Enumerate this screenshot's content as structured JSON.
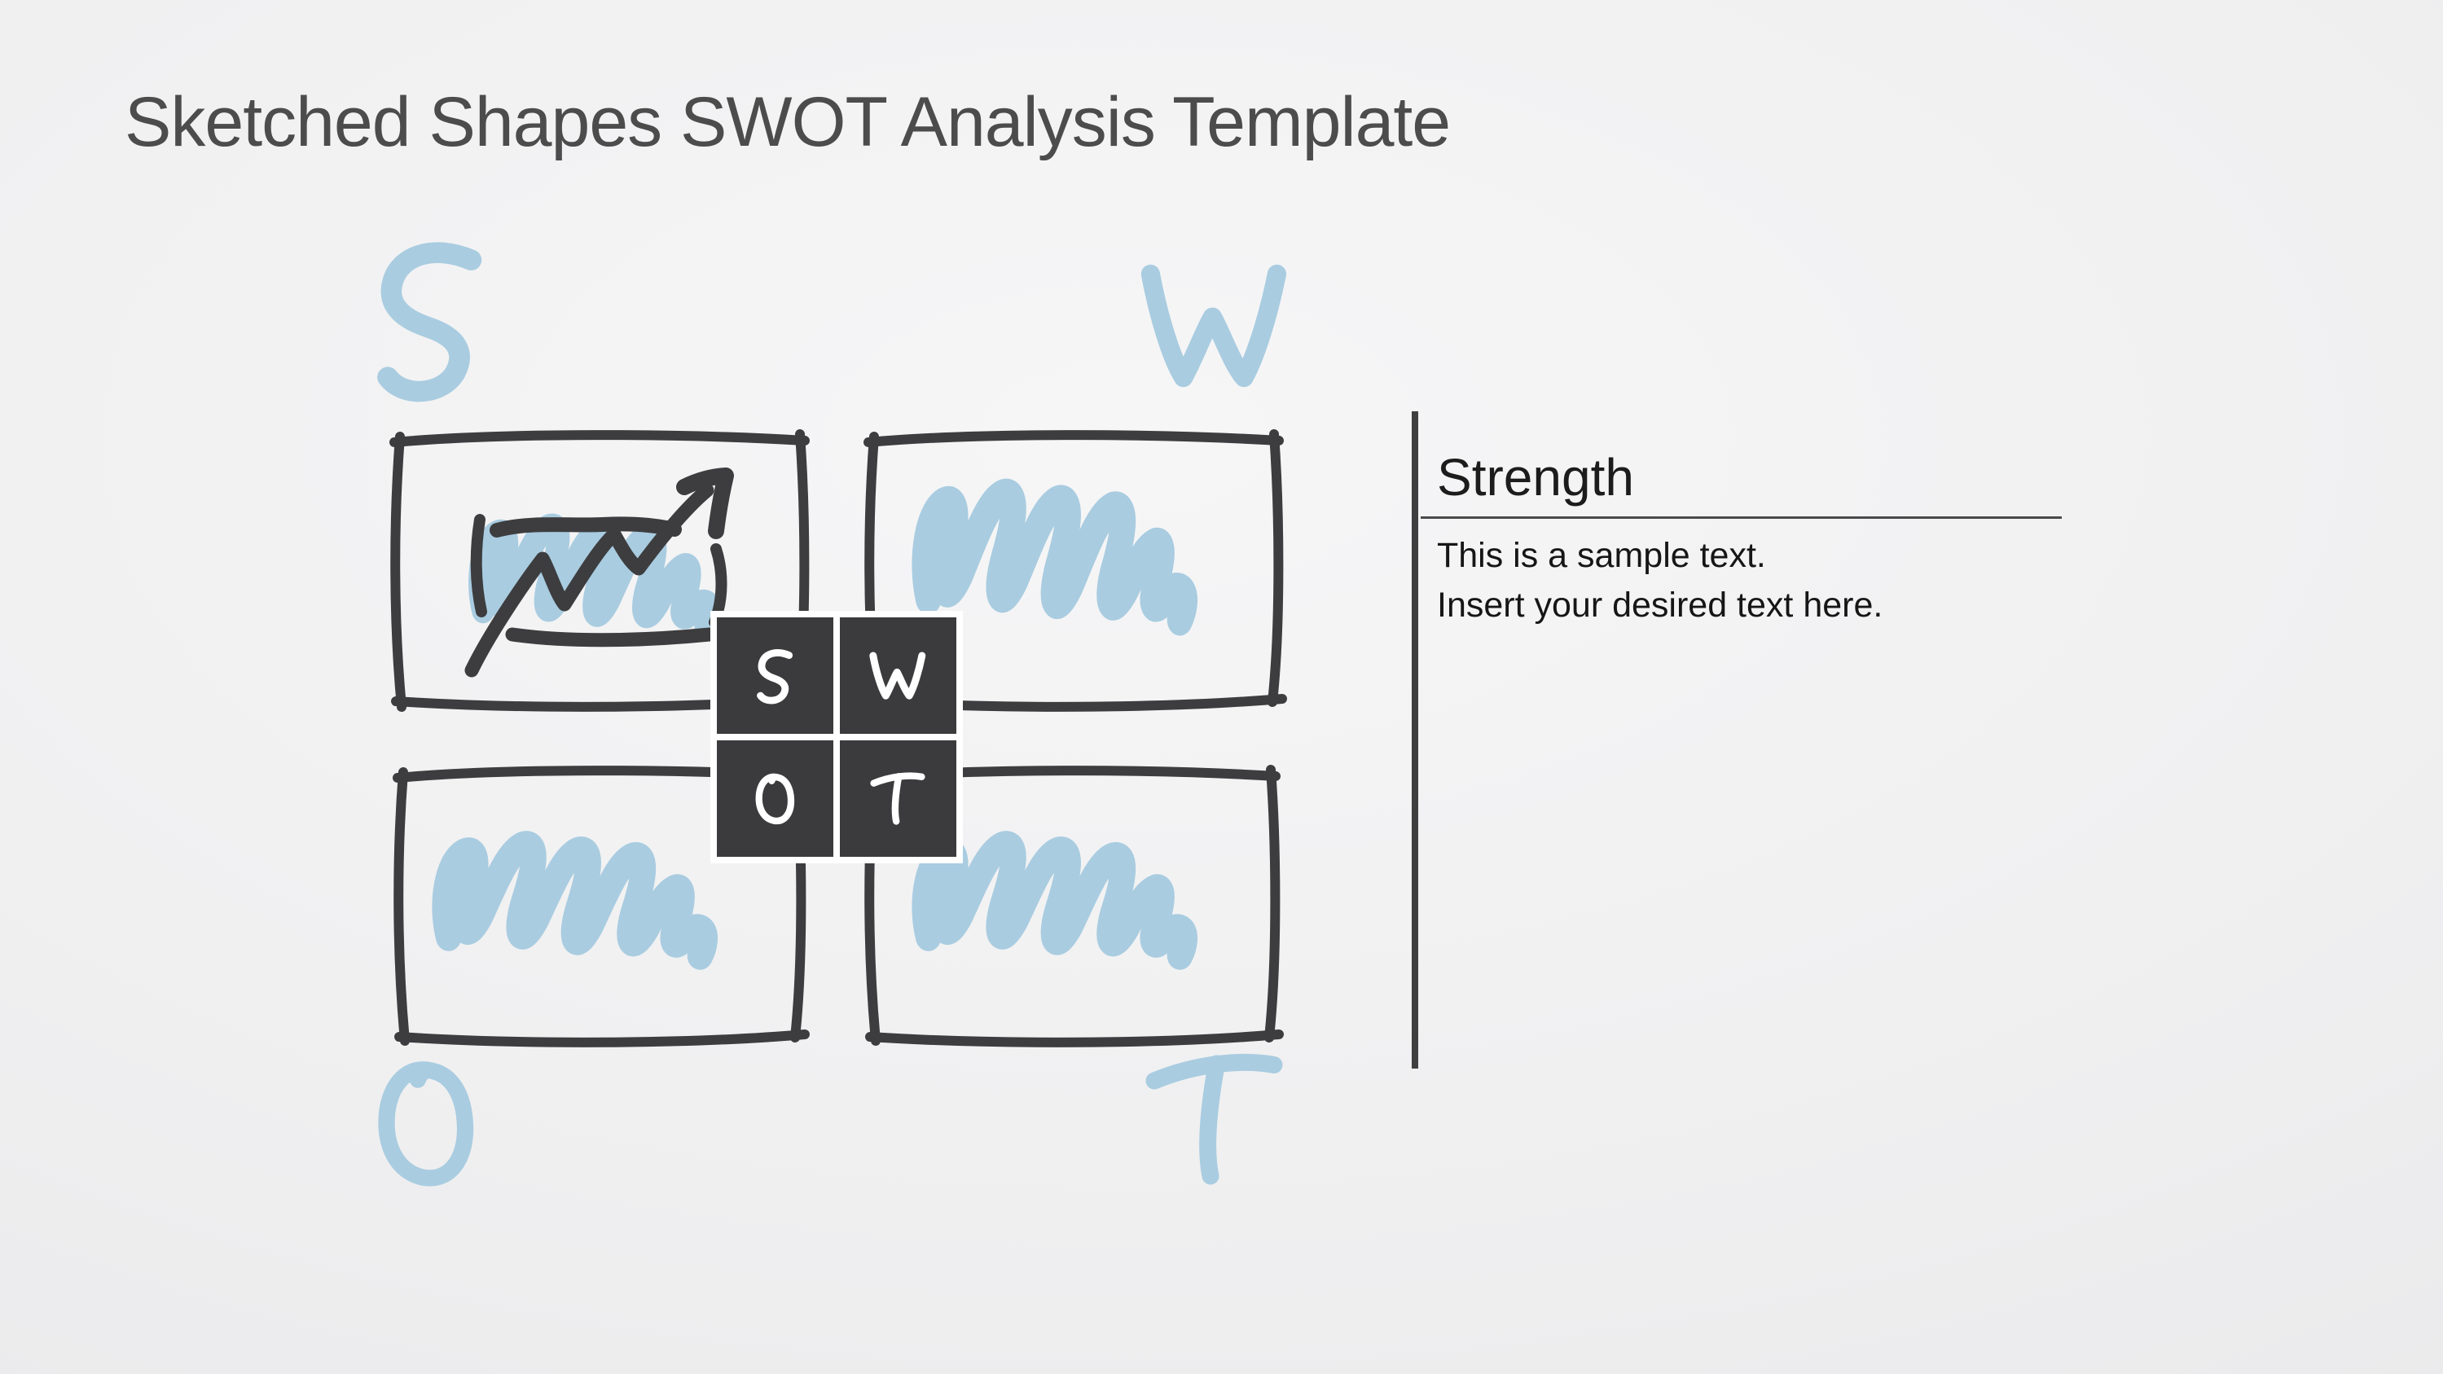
{
  "slide": {
    "title": "Sketched Shapes SWOT Analysis Template"
  },
  "swot": {
    "outer_letters": {
      "s": "S",
      "w": "W",
      "o": "O",
      "t": "T"
    },
    "grid_letters": {
      "s": "S",
      "w": "W",
      "o": "O",
      "t": "T"
    }
  },
  "panel": {
    "heading": "Strength",
    "line1": "This is a sample text.",
    "line2": "Insert your desired text here."
  },
  "colors": {
    "background_light": "#f6f6f7",
    "background_dark": "#e2e2e4",
    "sketch_dark": "#3d3d3f",
    "sketch_blue": "#a9cce0",
    "grid_cell": "#3b3b3d",
    "grid_letter": "#ffffff",
    "title_text": "#4c4c4c",
    "panel_text": "#161616",
    "divider": "#3f3f3f"
  }
}
